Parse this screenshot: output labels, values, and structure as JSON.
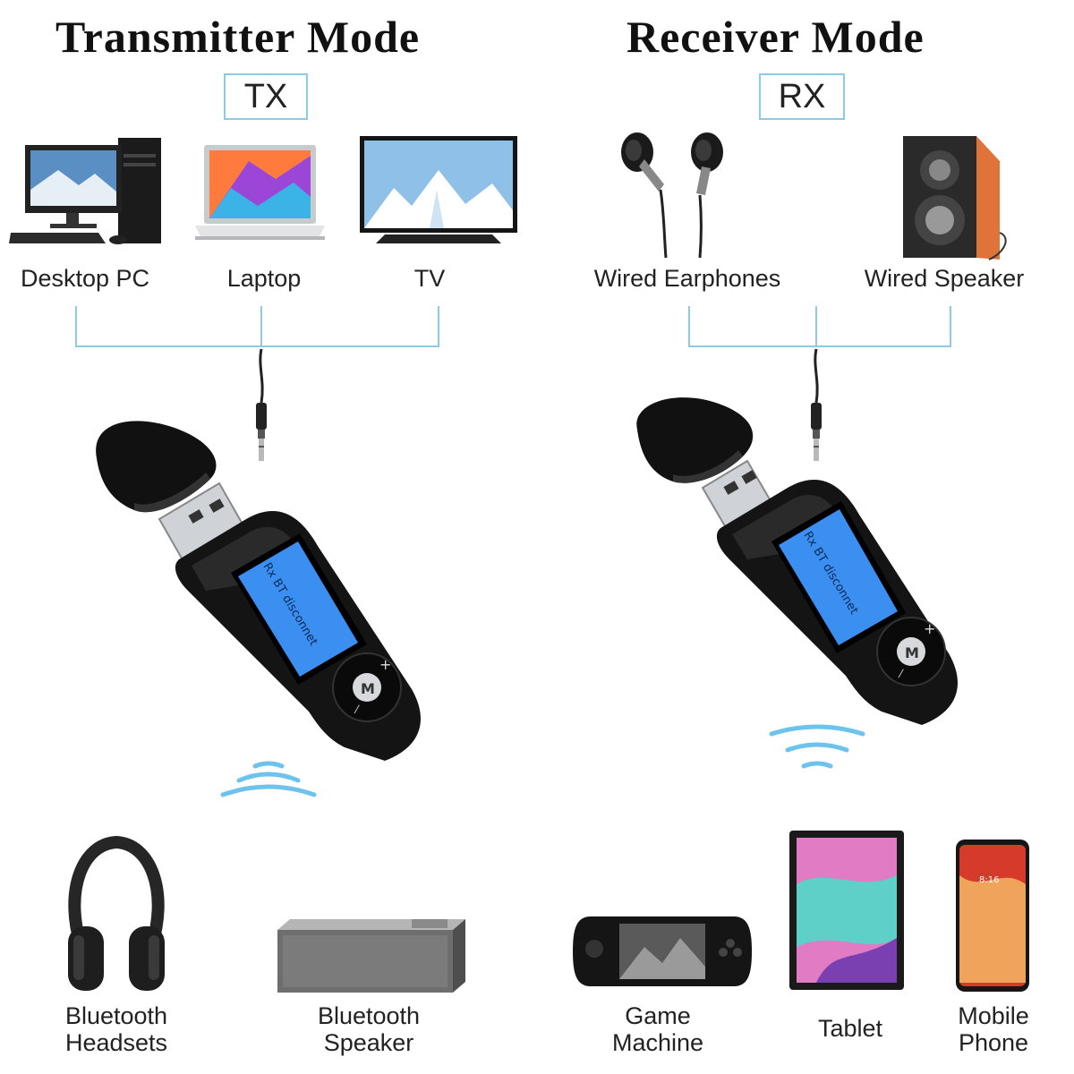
{
  "transmitter": {
    "title": "Transmitter Mode",
    "badge": "TX",
    "sources": [
      "Desktop PC",
      "Laptop",
      "TV"
    ],
    "display_text": "Rx  BT  disconnet",
    "targets": [
      {
        "line1": "Bluetooth",
        "line2": "Headsets"
      },
      {
        "line1": "Bluetooth",
        "line2": "Speaker"
      }
    ]
  },
  "receiver": {
    "title": "Receiver Mode",
    "badge": "RX",
    "outputs": [
      "Wired Earphones",
      "Wired Speaker"
    ],
    "display_text": "Rx  BT  disconnet",
    "sources": [
      {
        "line1": "Game",
        "line2": "Machine"
      },
      {
        "line1": "Tablet",
        "line2": ""
      },
      {
        "line1": "Mobile",
        "line2": "Phone"
      }
    ]
  },
  "device_buttons": {
    "center": "M",
    "plus": "+",
    "minus": "—"
  },
  "colors": {
    "connector_line": "#8ccbe6",
    "wave": "#6ec3ec",
    "device_body": "#111111",
    "screen": "#3b8ff0"
  }
}
